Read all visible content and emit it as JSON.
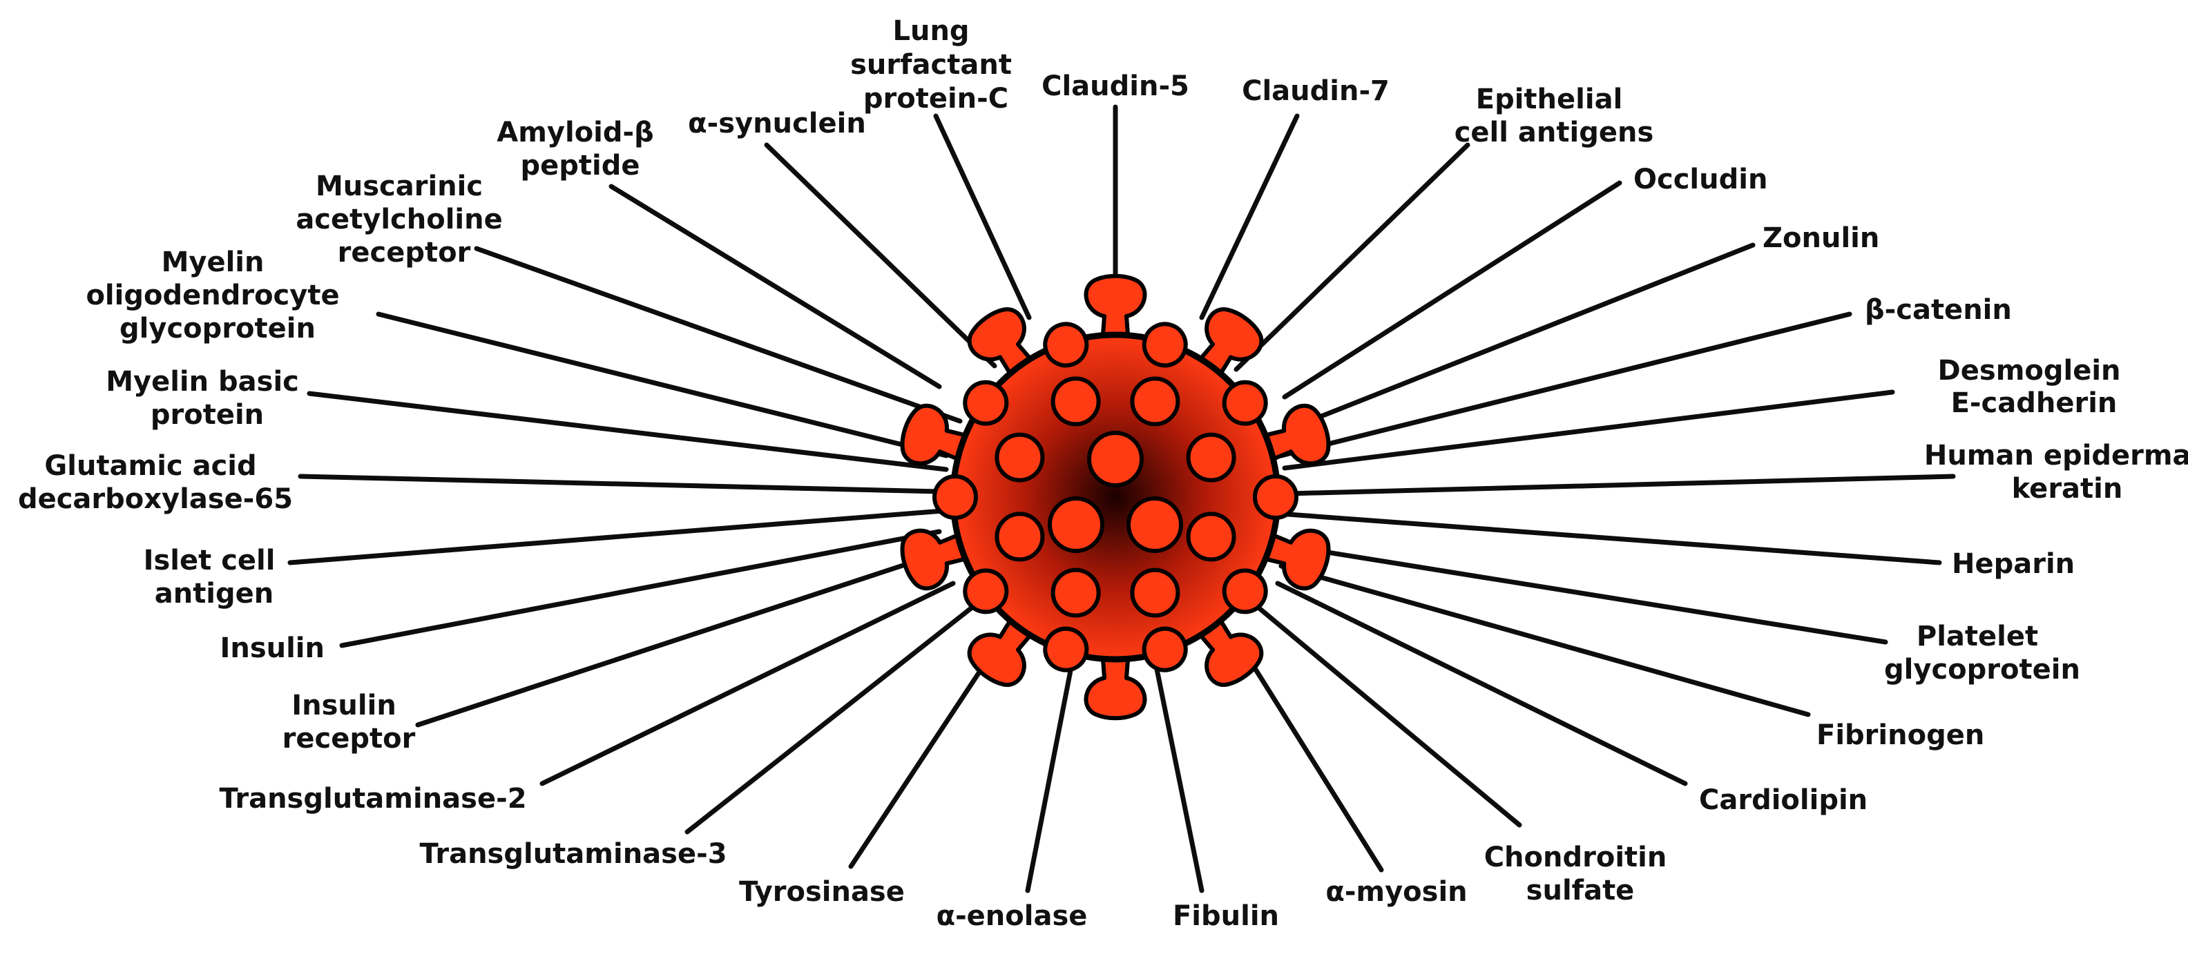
{
  "colors": {
    "virus_fill": "#ff3b14",
    "virus_core": "#1a0000",
    "outline": "#000000",
    "label_text": "#111111"
  },
  "labels": [
    {
      "id": "lung",
      "lines": [
        "Lung",
        "surfactant",
        "protein-C"
      ]
    },
    {
      "id": "claudin5",
      "lines": [
        "Claudin-5"
      ]
    },
    {
      "id": "claudin7",
      "lines": [
        "Claudin-7"
      ]
    },
    {
      "id": "epithelial",
      "lines": [
        "Epithelial",
        "cell antigens"
      ]
    },
    {
      "id": "occludin",
      "lines": [
        "Occludin"
      ]
    },
    {
      "id": "zonulin",
      "lines": [
        "Zonulin"
      ]
    },
    {
      "id": "bcatenin",
      "lines": [
        "β-catenin"
      ]
    },
    {
      "id": "desmoglein",
      "lines": [
        "Desmoglein",
        "E-cadherin"
      ]
    },
    {
      "id": "keratin",
      "lines": [
        "Human epidermal",
        "keratin"
      ]
    },
    {
      "id": "heparin",
      "lines": [
        "Heparin"
      ]
    },
    {
      "id": "platelet",
      "lines": [
        "Platelet",
        "glycoprotein"
      ]
    },
    {
      "id": "fibrinogen",
      "lines": [
        "Fibrinogen"
      ]
    },
    {
      "id": "cardiolipin",
      "lines": [
        "Cardiolipin"
      ]
    },
    {
      "id": "chondroitin",
      "lines": [
        "Chondroitin",
        "sulfate"
      ]
    },
    {
      "id": "amyosin",
      "lines": [
        "α-myosin"
      ]
    },
    {
      "id": "fibulin",
      "lines": [
        "Fibulin"
      ]
    },
    {
      "id": "aenolase",
      "lines": [
        "α-enolase"
      ]
    },
    {
      "id": "tyrosinase",
      "lines": [
        "Tyrosinase"
      ]
    },
    {
      "id": "tg3",
      "lines": [
        "Transglutaminase-3"
      ]
    },
    {
      "id": "tg2",
      "lines": [
        "Transglutaminase-2"
      ]
    },
    {
      "id": "insulinreceptor",
      "lines": [
        "Insulin",
        "receptor"
      ]
    },
    {
      "id": "insulin",
      "lines": [
        "Insulin"
      ]
    },
    {
      "id": "islet",
      "lines": [
        "Islet cell",
        "antigen"
      ]
    },
    {
      "id": "gad65",
      "lines": [
        "Glutamic acid",
        "decarboxylase-65"
      ]
    },
    {
      "id": "mbp",
      "lines": [
        "Myelin basic",
        "protein"
      ]
    },
    {
      "id": "mog",
      "lines": [
        "Myelin",
        "oligodendrocyte",
        "glycoprotein"
      ]
    },
    {
      "id": "muscarinic",
      "lines": [
        "Muscarinic",
        "acetylcholine",
        "receptor"
      ]
    },
    {
      "id": "amyloid",
      "lines": [
        "Amyloid-β",
        "peptide"
      ]
    },
    {
      "id": "asynuclein",
      "lines": [
        "α-synuclein"
      ]
    }
  ]
}
